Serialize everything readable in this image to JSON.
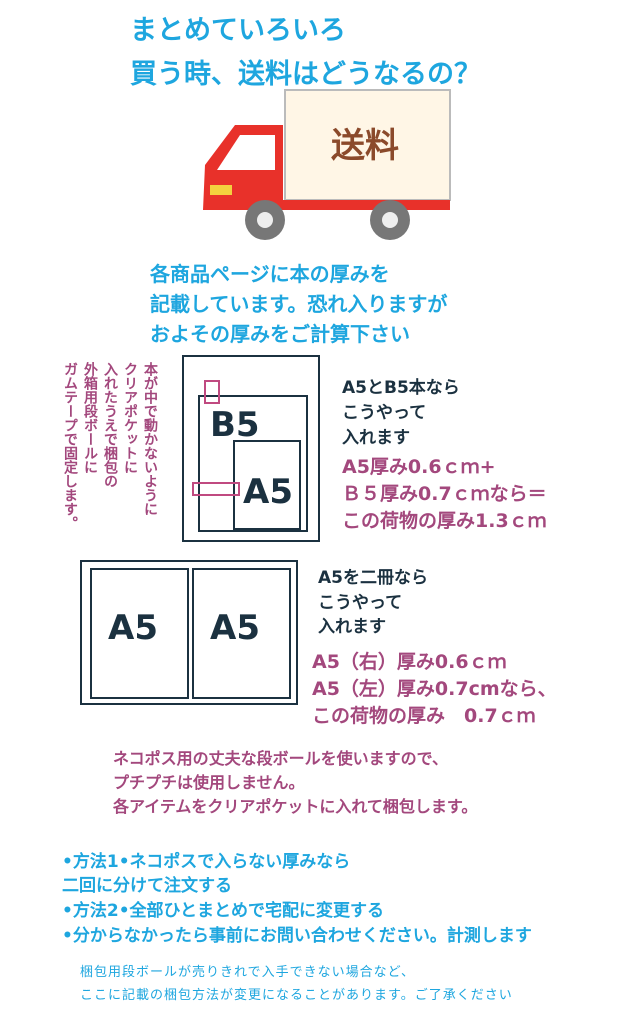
{
  "title": [
    "まとめていろいろ",
    "買う時、送料はどうなるの？"
  ],
  "truck": {
    "label": "送料",
    "body_color": "#e8312a",
    "cargo_color": "#fff6e6",
    "text_color": "#8b4a2b"
  },
  "lead": [
    "各商品ページに本の厚みを",
    "記載しています。恐れ入りますが",
    "およその厚みをご計算下さい"
  ],
  "side_note": [
    "本が中で動かないように",
    "クリアポケットに",
    "入れたうえで梱包の",
    "外箱用段ボールに",
    "ガムテープで固定します。"
  ],
  "diagram1": {
    "b5": "B5",
    "a5": "A5",
    "caption": [
      "A5とB5本なら",
      "こうやって",
      "入れます"
    ],
    "calc": [
      "A5厚み0.6ｃｍ+",
      "Ｂ５厚み0.7ｃｍなら＝",
      "この荷物の厚み1.3ｃｍ"
    ]
  },
  "diagram2": {
    "left": "A5",
    "right": "A5",
    "caption": [
      "A5を二冊なら",
      "こうやって",
      "入れます"
    ],
    "calc": [
      "A5（右）厚み0.6ｃｍ",
      "A5（左）厚み0.7cmなら、",
      "この荷物の厚み　0.7ｃｍ"
    ]
  },
  "packing_note": [
    "ネコポス用の丈夫な段ボールを使いますので、",
    "プチプチは使用しません。",
    "各アイテムをクリアポケットに入れて梱包します。"
  ],
  "methods": [
    "•方法1•ネコポスで入らない厚みなら",
    "二回に分けて注文する",
    "•方法2•全部ひとまとめで宅配に変更する",
    "•分からなかったら事前にお問い合わせください。計測します"
  ],
  "footer": [
    "梱包用段ボールが売りきれで入手できない場合など、",
    "ここに記載の梱包方法が変更になることがあります。ご了承ください"
  ]
}
